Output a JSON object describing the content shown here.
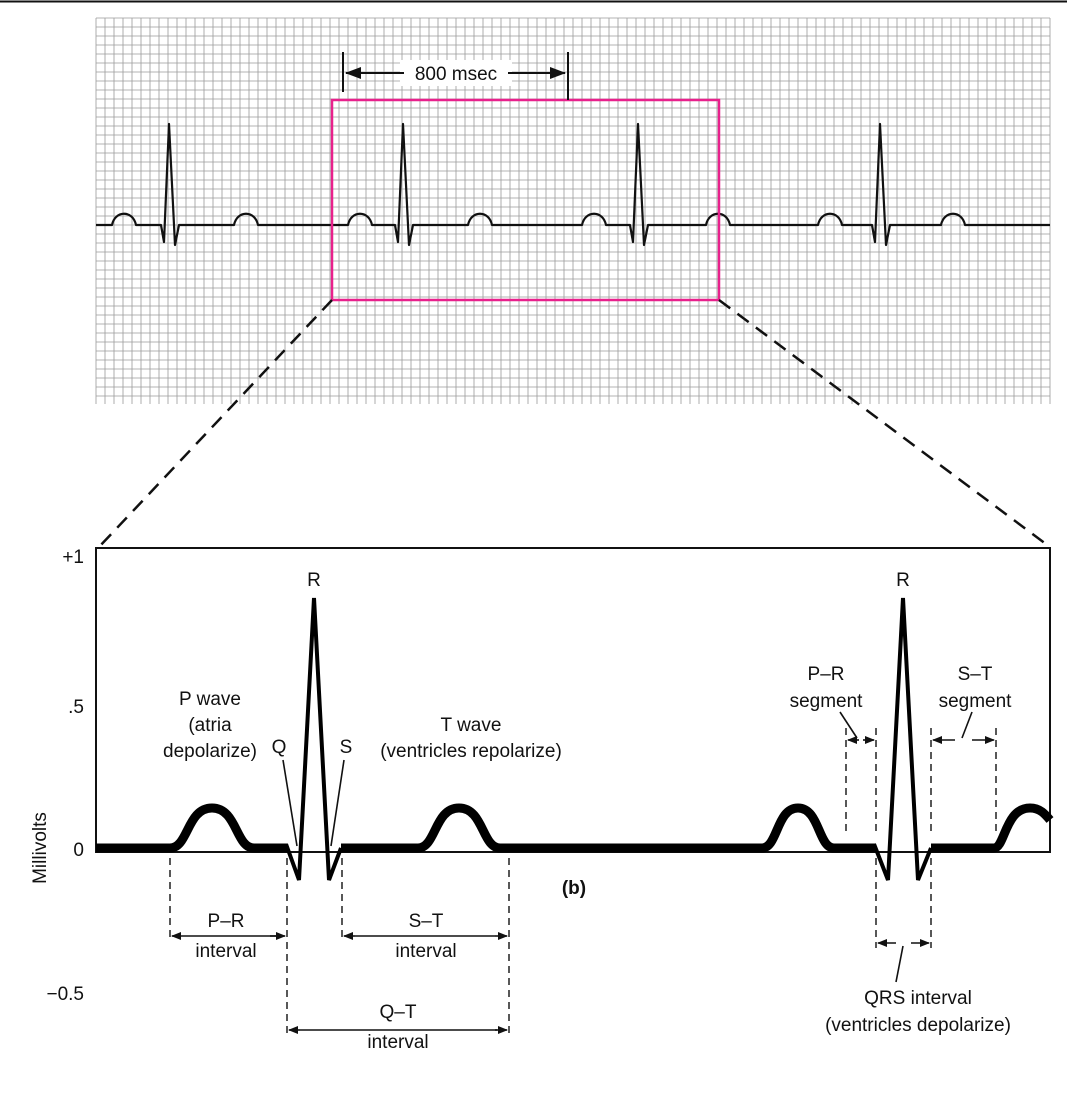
{
  "strip": {
    "interval_label": "800 msec",
    "colors": {
      "grid": "#9a9a9a",
      "highlight": "#e8218c",
      "trace": "#111111"
    }
  },
  "detail": {
    "y_axis": {
      "label": "Millivolts",
      "ticks": [
        "+1",
        ".5",
        "0",
        "−0.5"
      ]
    },
    "waves": {
      "r1": "R",
      "r2": "R",
      "q": "Q",
      "s": "S",
      "p_wave": [
        "P wave",
        "(atria",
        "depolarize)"
      ],
      "t_wave": [
        "T wave",
        "(ventricles repolarize)"
      ]
    },
    "segments": {
      "pr_segment": [
        "P–R",
        "segment"
      ],
      "st_segment": [
        "S–T",
        "segment"
      ]
    },
    "intervals": {
      "pr_interval": [
        "P–R",
        "interval"
      ],
      "st_interval": [
        "S–T",
        "interval"
      ],
      "qt_interval": [
        "Q–T",
        "interval"
      ],
      "qrs_interval": [
        "QRS interval",
        "(ventricles depolarize)"
      ]
    }
  },
  "caption": "(b)"
}
